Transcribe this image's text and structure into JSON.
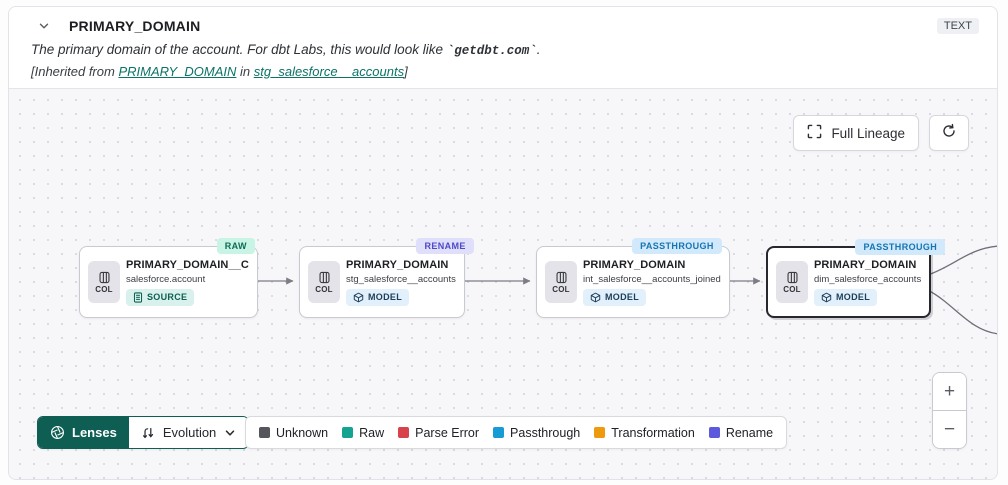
{
  "header": {
    "title": "PRIMARY_DOMAIN",
    "type_badge": "TEXT",
    "description_prefix": "The primary domain of the account. For dbt Labs, this would look like ",
    "description_code": "`getdbt.com`",
    "description_suffix": ".",
    "inherited_prefix": "[Inherited from ",
    "inherited_link_column": "PRIMARY_DOMAIN",
    "inherited_middle": " in ",
    "inherited_link_model": "stg_salesforce__accounts",
    "inherited_suffix": "]"
  },
  "toolbar": {
    "full_lineage_label": "Full Lineage"
  },
  "nodes": [
    {
      "evolution_badge": "RAW",
      "title": "PRIMARY_DOMAIN__C",
      "subtitle": "salesforce.account",
      "kind": "SOURCE",
      "col_label": "COL"
    },
    {
      "evolution_badge": "RENAME",
      "title": "PRIMARY_DOMAIN",
      "subtitle": "stg_salesforce__accounts",
      "kind": "MODEL",
      "col_label": "COL"
    },
    {
      "evolution_badge": "PASSTHROUGH",
      "title": "PRIMARY_DOMAIN",
      "subtitle": "int_salesforce__accounts_joined",
      "kind": "MODEL",
      "col_label": "COL"
    },
    {
      "evolution_badge": "PASSTHROUGH",
      "title": "PRIMARY_DOMAIN",
      "subtitle": "dim_salesforce_accounts",
      "kind": "MODEL",
      "col_label": "COL",
      "selected": true
    }
  ],
  "controls": {
    "lenses_label": "Lenses",
    "lens_selected": "Evolution",
    "zoom_in": "+",
    "zoom_out": "−"
  },
  "legend": {
    "items": [
      {
        "label": "Unknown",
        "color": "#55565c"
      },
      {
        "label": "Raw",
        "color": "#14a391"
      },
      {
        "label": "Parse Error",
        "color": "#d8434b"
      },
      {
        "label": "Passthrough",
        "color": "#169bd5"
      },
      {
        "label": "Transformation",
        "color": "#ee9a0c"
      },
      {
        "label": "Rename",
        "color": "#5c59dd"
      }
    ]
  }
}
